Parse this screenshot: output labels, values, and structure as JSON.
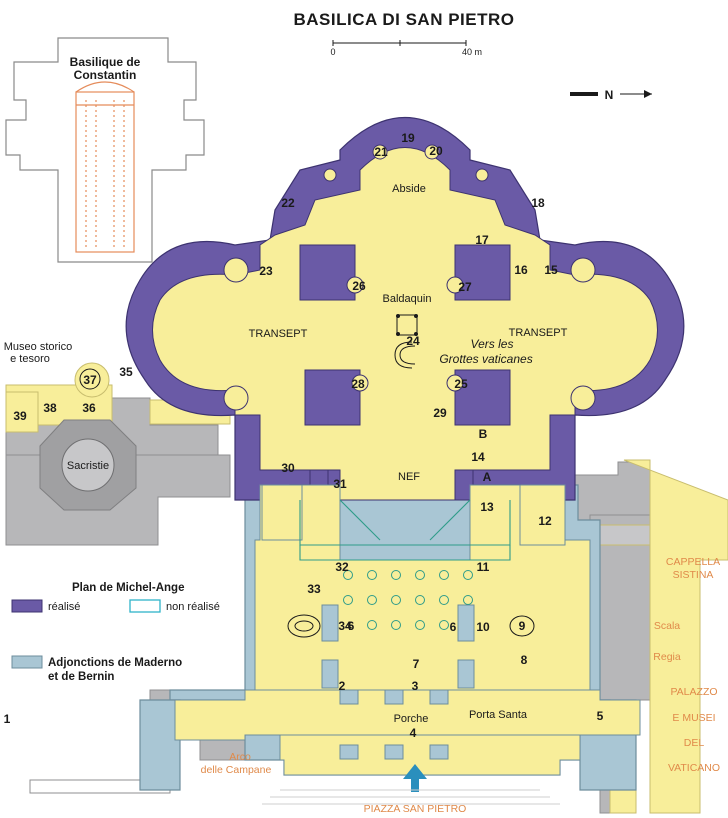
{
  "title": "BASILICA DI SAN PIETRO",
  "scale": {
    "start": "0",
    "end": "40 m"
  },
  "north": "N",
  "inset": {
    "line1": "Basilique de",
    "line2": "Constantin"
  },
  "labels": {
    "abside": "Abside",
    "baldaquin": "Baldaquin",
    "transept": "TRANSEPT",
    "nef": "NEF",
    "porche": "Porche",
    "porta_santa": "Porta Santa",
    "grottes1": "Vers les",
    "grottes2": "Grottes vaticanes",
    "museo1": "Museo storico",
    "museo2": "e tesoro",
    "sacristie": "Sacristie",
    "letter_a": "A",
    "letter_b": "B"
  },
  "orange_labels": {
    "cappella1": "CAPPELLA",
    "cappella2": "SISTINA",
    "scala": "Scala",
    "regia": "Regia",
    "palazzo1": "PALAZZO",
    "palazzo2": "E MUSEI",
    "palazzo3": "DEL",
    "palazzo4": "VATICANO",
    "arco1": "Arco",
    "arco2": "delle Campane",
    "piazza": "PIAZZA SAN PIETRO"
  },
  "legend": {
    "heading": "Plan de Michel-Ange",
    "realise": "réalisé",
    "non_realise": "non réalisé",
    "adj1": "Adjonctions de Maderno",
    "adj2": "et de Bernin"
  },
  "numbers": [
    "1",
    "2",
    "3",
    "4",
    "5",
    "6",
    "6",
    "7",
    "8",
    "9",
    "10",
    "11",
    "12",
    "13",
    "14",
    "15",
    "16",
    "17",
    "18",
    "19",
    "20",
    "21",
    "22",
    "23",
    "24",
    "25",
    "26",
    "27",
    "28",
    "29",
    "30",
    "31",
    "32",
    "33",
    "34",
    "35",
    "36",
    "37",
    "38",
    "39"
  ],
  "colors": {
    "purple": "#6a5aa6",
    "yellow": "#f8ee9a",
    "blue": "#a9c6d4",
    "gray": "#b7b7b9",
    "orange": "#e08a4a",
    "teal": "#2f9c8a"
  }
}
